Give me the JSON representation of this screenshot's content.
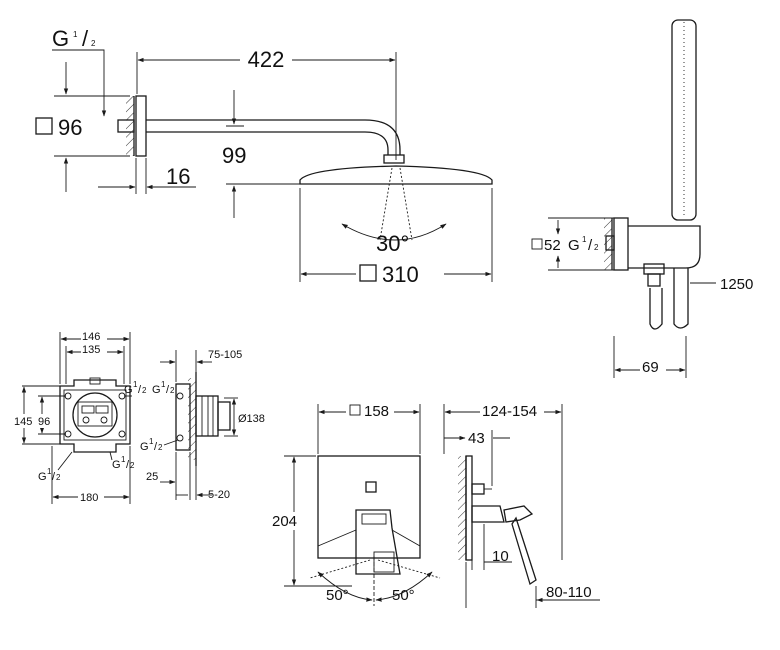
{
  "shower_head": {
    "thread": "G 1/2",
    "width": "422",
    "square_96": "96",
    "height_99": "99",
    "depth_16": "16",
    "angle": "30°",
    "square_310": "310"
  },
  "hand_shower": {
    "square_52": "52",
    "thread": "G 1/2",
    "hose_length": "1250",
    "depth_69": "69"
  },
  "box_front": {
    "d146": "146",
    "d135": "135",
    "d145": "145",
    "d96": "96",
    "d180": "180",
    "thread_top": "G 1/2",
    "thread_bl": "G 1/2",
    "thread_br": "G 1/2"
  },
  "box_side": {
    "d75_105": "75-105",
    "d138": "Ø138",
    "d25": "25",
    "d5_20": "5-20",
    "thread_left": "G 1/2",
    "thread_right": "G 1/2"
  },
  "mixer_front": {
    "square_158": "158",
    "d204": "204",
    "angle_left": "50°",
    "angle_right": "50°"
  },
  "mixer_side": {
    "d124_154": "124-154",
    "d43": "43",
    "d10": "10",
    "d80_110": "80-110"
  }
}
